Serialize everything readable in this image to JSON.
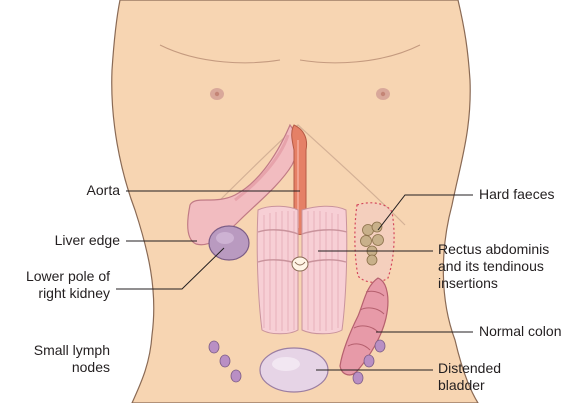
{
  "labels": {
    "aorta": "Aorta",
    "liver_edge": "Liver edge",
    "lower_pole_line1": "Lower pole of",
    "lower_pole_line2": "right kidney",
    "small_lymph_line1": "Small lymph",
    "small_lymph_line2": "nodes",
    "hard_faeces": "Hard faeces",
    "rectus_line1": "Rectus abdominis",
    "rectus_line2": "and its tendinous",
    "rectus_line3": "insertions",
    "normal_colon": "Normal colon",
    "bladder_line1": "Distended",
    "bladder_line2": "bladder"
  },
  "colors": {
    "skin": "#f7d5b2",
    "skin_outline": "#8a6a55",
    "aorta": "#e58066",
    "liver": "#f2bcc0",
    "kidney": "#b99ac0",
    "muscle": "#f7cfd5",
    "colon": "#e79aa8",
    "faeces": "#c8b08a",
    "lymph_node": "#b98fc4",
    "bladder": "#e6d4e6",
    "leader_line": "#231f20"
  }
}
